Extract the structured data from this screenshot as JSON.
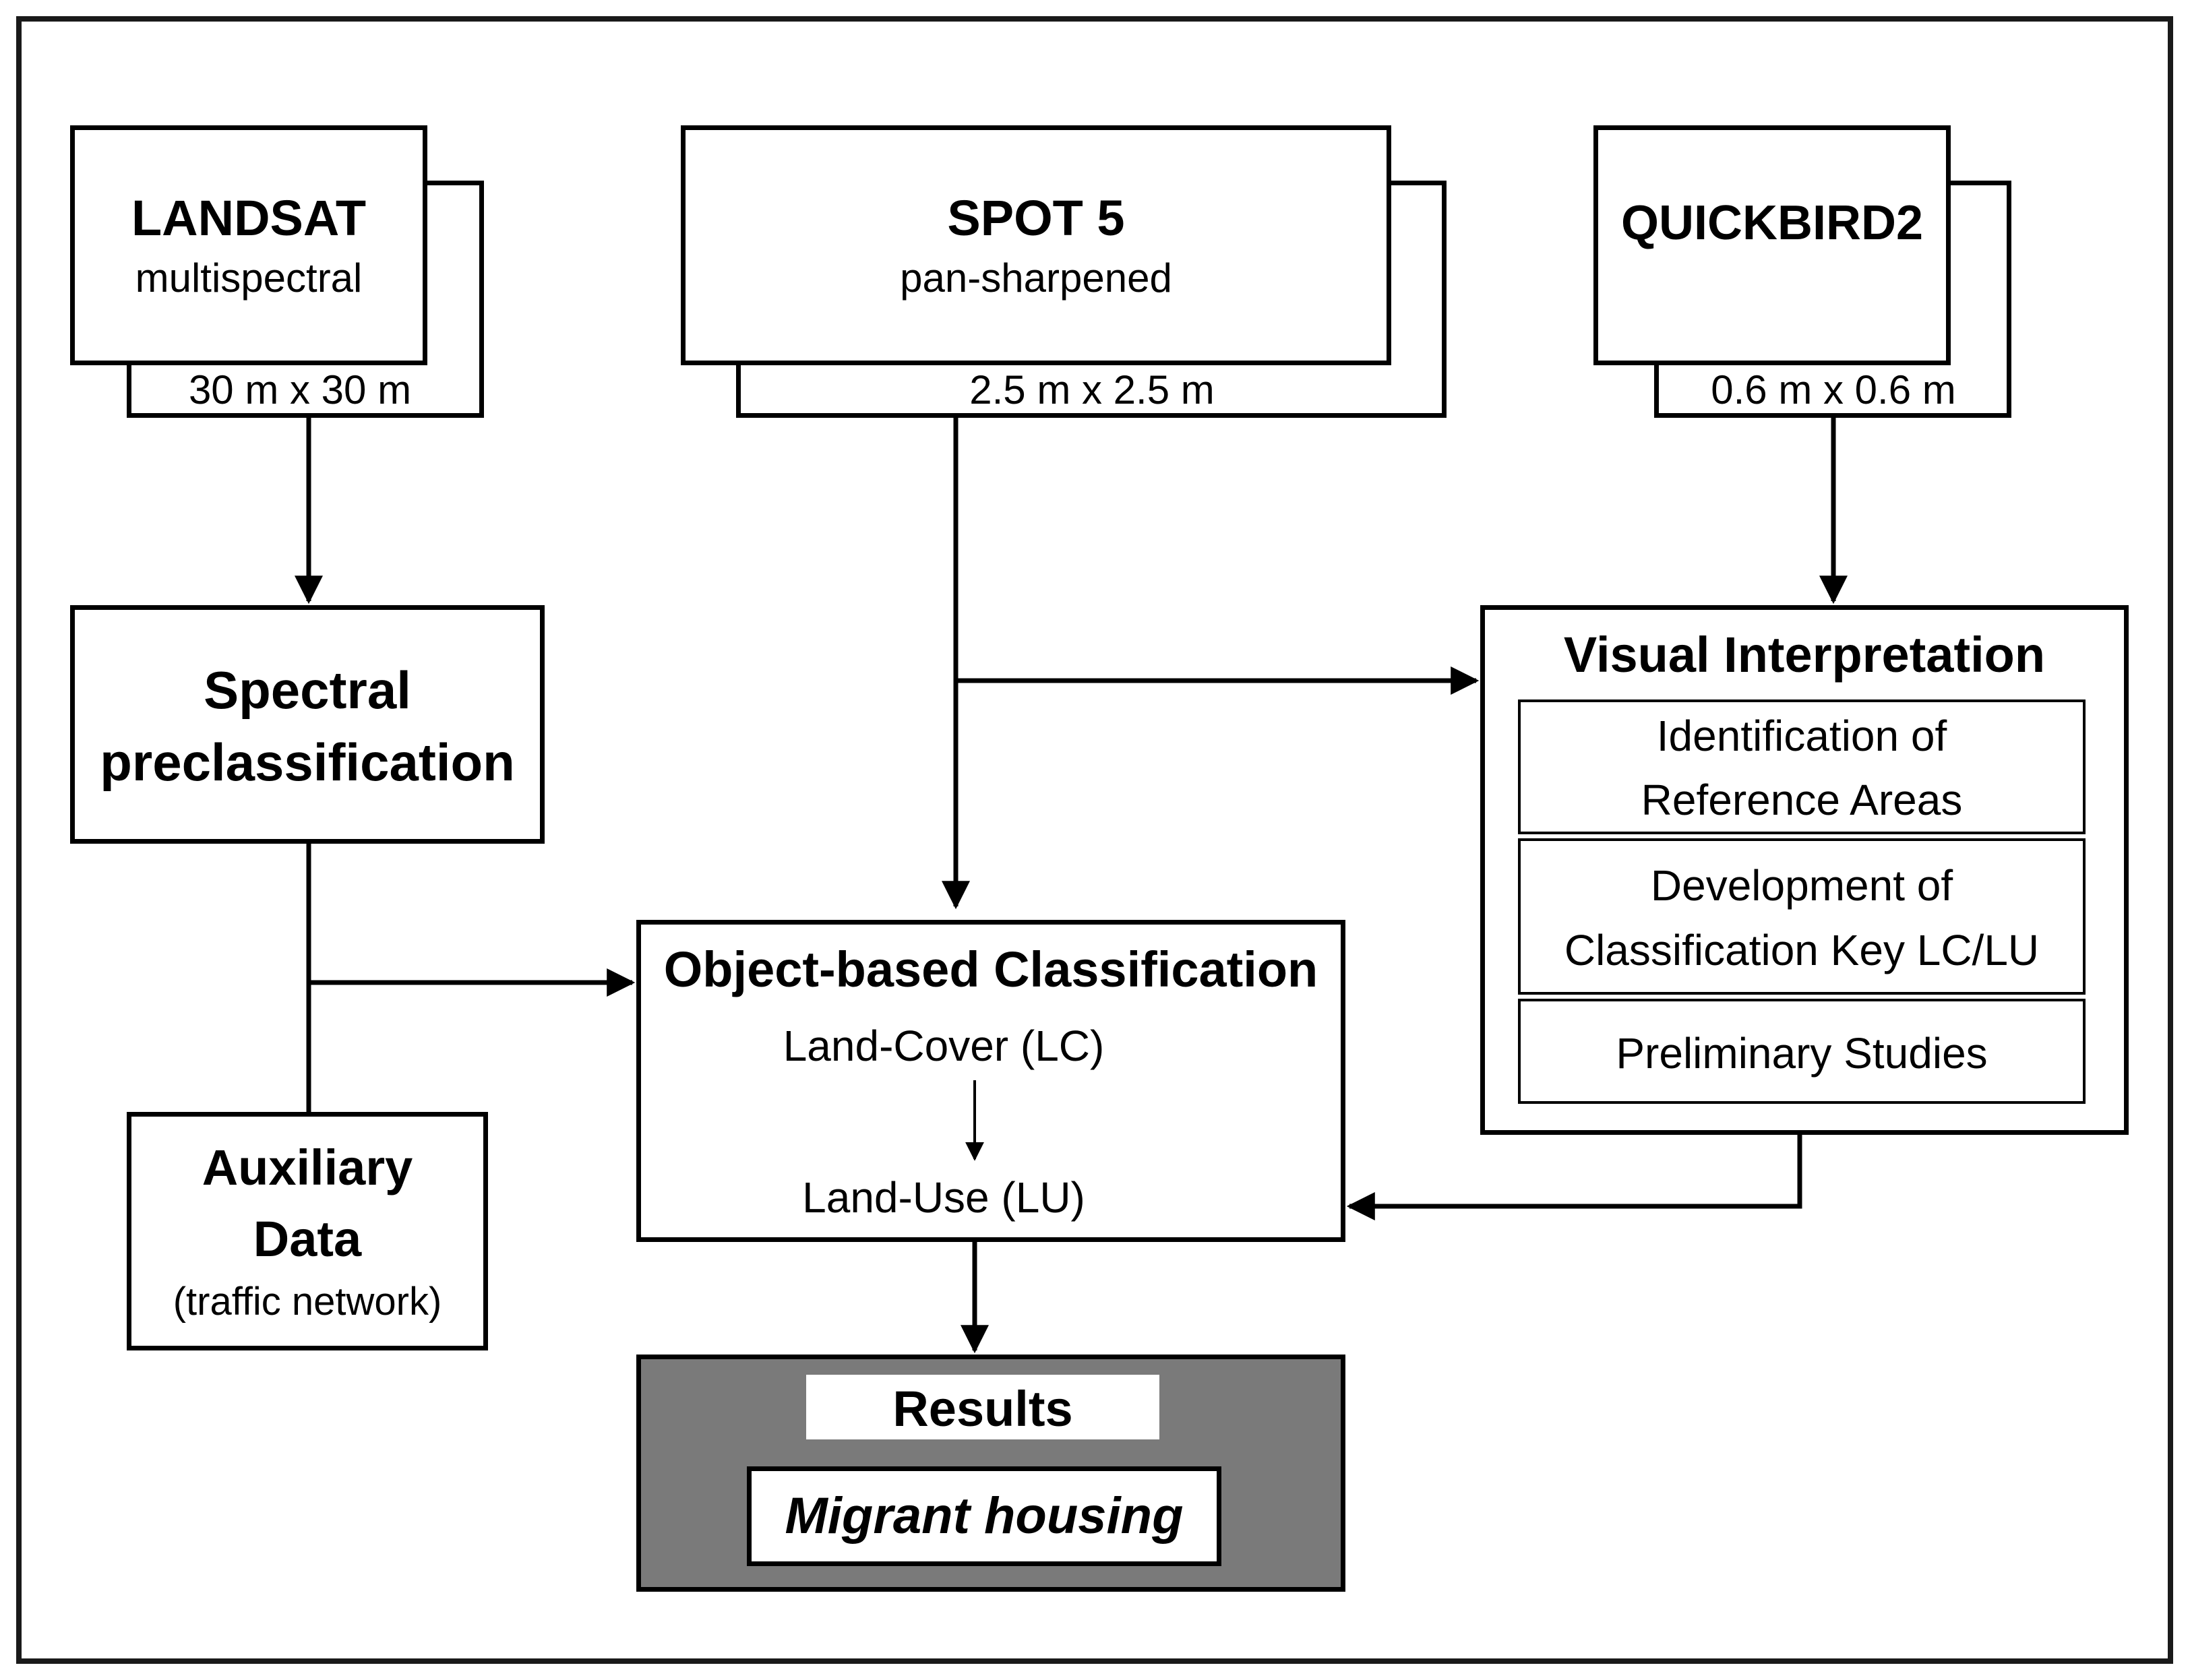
{
  "sources": {
    "landsat": {
      "title": "LANDSAT",
      "subtitle": "multispectral",
      "resolution": "30 m x 30 m"
    },
    "spot": {
      "title": "SPOT 5",
      "subtitle": "pan-sharpened",
      "resolution": "2.5 m x 2.5 m"
    },
    "quickbird": {
      "title": "QUICKBIRD2",
      "resolution": "0.6 m x 0.6 m"
    }
  },
  "spectral": {
    "line1": "Spectral",
    "line2": "preclassification"
  },
  "auxiliary": {
    "line1": "Auxiliary",
    "line2": "Data",
    "line3": "(traffic network)"
  },
  "visual": {
    "title": "Visual Interpretation",
    "items": [
      {
        "line1": "Identification of",
        "line2": "Reference  Areas"
      },
      {
        "line1": "Development of",
        "line2": "Classification Key LC/LU"
      },
      {
        "line1": "Preliminary Studies"
      }
    ]
  },
  "object": {
    "title": "Object-based Classification",
    "cover": "Land-Cover (LC)",
    "use": "Land-Use (LU)"
  },
  "results": {
    "title": "Results",
    "item": "Migrant housing",
    "panel_color": "#7a7a7a"
  }
}
